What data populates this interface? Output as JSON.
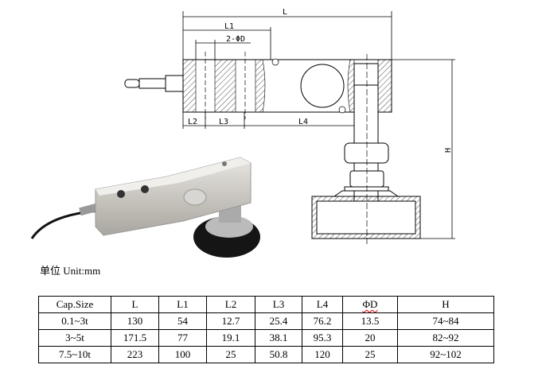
{
  "drawing": {
    "labels": {
      "L": "L",
      "L1": "L1",
      "phiD": "2-ΦD",
      "L2": "L2",
      "L3": "L3",
      "L4": "L4",
      "H": "H"
    }
  },
  "unit_label": "单位 Unit:mm",
  "table": {
    "headers": [
      "Cap.Size",
      "L",
      "L1",
      "L2",
      "L3",
      "L4",
      "ΦD",
      "H"
    ],
    "rows": [
      [
        "0.1~3t",
        "130",
        "54",
        "12.7",
        "25.4",
        "76.2",
        "13.5",
        "74~84"
      ],
      [
        "3~5t",
        "171.5",
        "77",
        "19.1",
        "38.1",
        "95.3",
        "20",
        "82~92"
      ],
      [
        "7.5~10t",
        "223",
        "100",
        "25",
        "50.8",
        "120",
        "25",
        "92~102"
      ]
    ]
  }
}
